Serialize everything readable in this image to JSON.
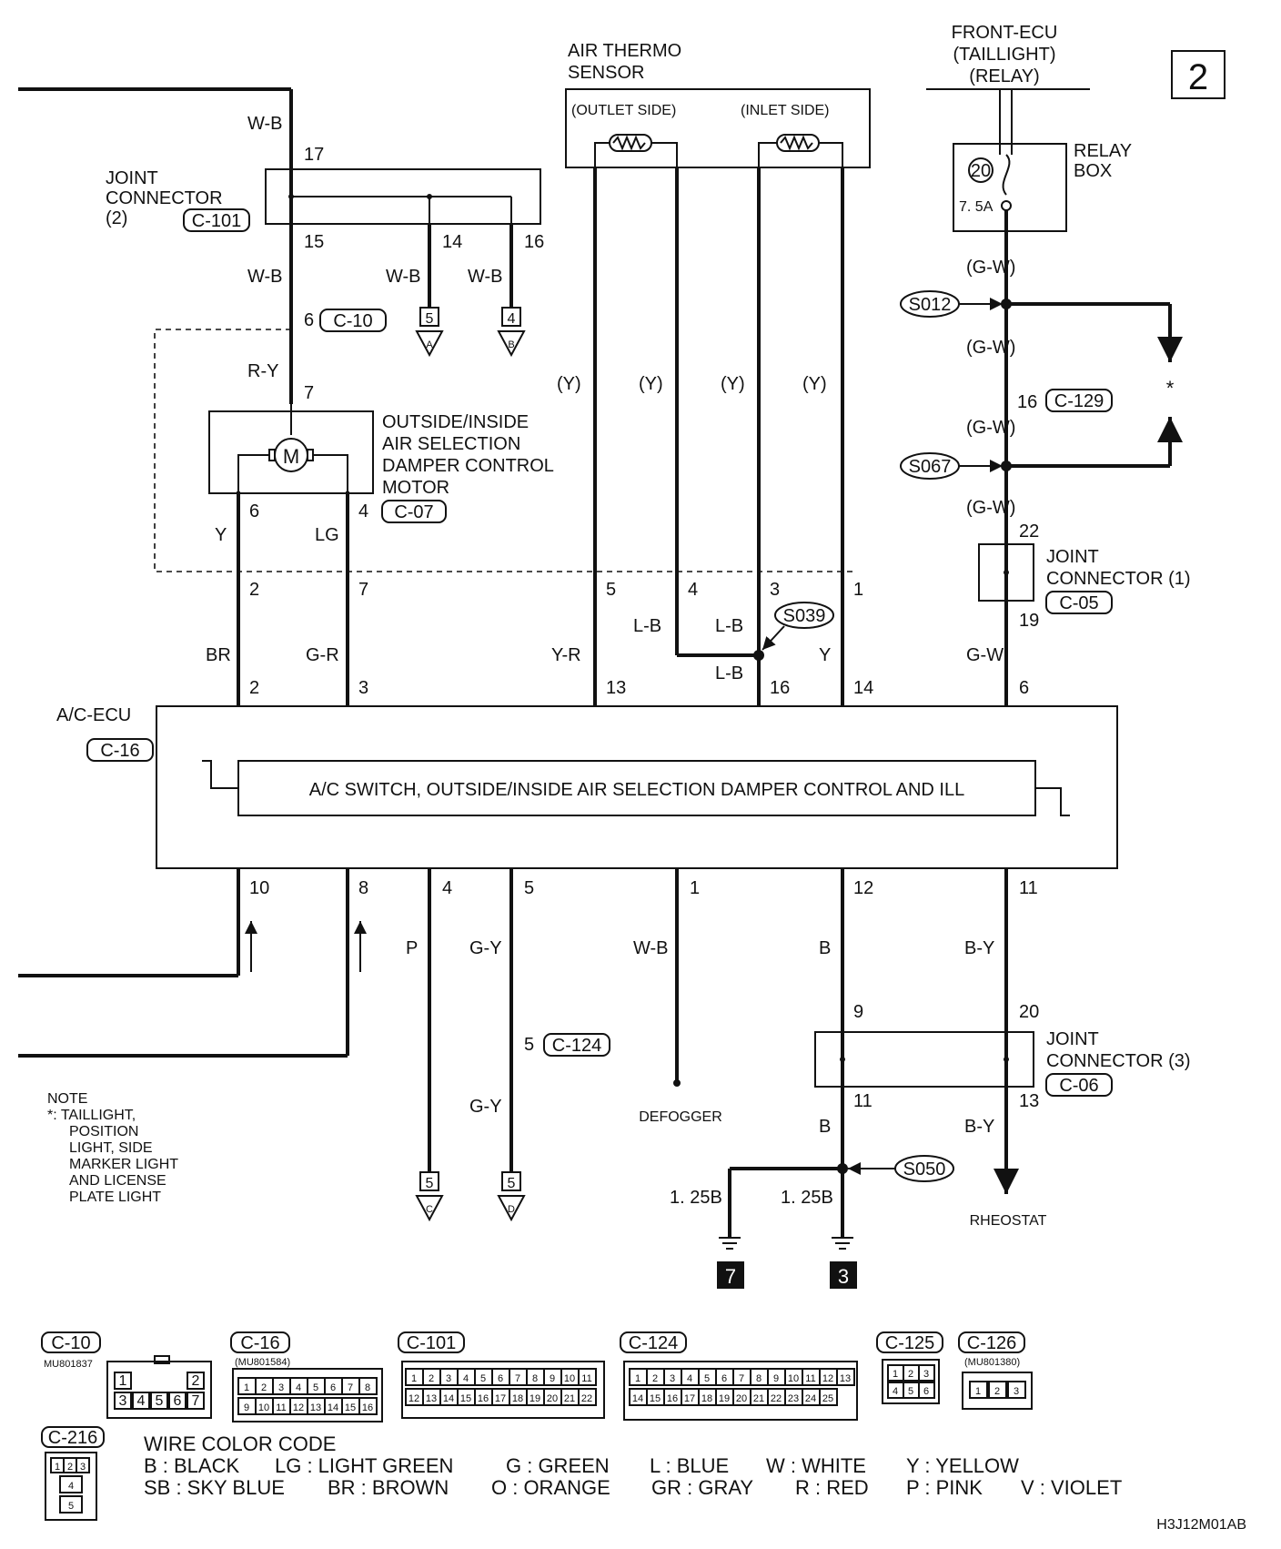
{
  "page_number": "2",
  "drawing_code": "H3J12M01AB",
  "front_ecu": [
    "FRONT-ECU",
    "(TAILLIGHT)",
    "(RELAY)"
  ],
  "air_thermo": {
    "title": [
      "AIR THERMO",
      "SENSOR"
    ],
    "outlet": "(OUTLET SIDE)",
    "inlet": "(INLET SIDE)"
  },
  "joint2": {
    "lines": [
      "JOINT",
      "CONNECTOR",
      "(2)"
    ],
    "tag": "C-101"
  },
  "joint1": {
    "lines": [
      "JOINT",
      "CONNECTOR (1)"
    ],
    "tag": "C-05"
  },
  "joint3": {
    "lines": [
      "JOINT",
      "CONNECTOR (3)"
    ],
    "tag": "C-06"
  },
  "relay_box": {
    "lines": [
      "RELAY",
      "BOX"
    ],
    "fuse": "20",
    "amps": "7. 5A"
  },
  "motor": {
    "lines": [
      "OUTSIDE/INSIDE",
      "AIR SELECTION",
      "DAMPER CONTROL",
      "MOTOR"
    ],
    "tag": "C-07",
    "symbol": "M"
  },
  "ecu": {
    "name": "A/C-ECU",
    "tag": "C-16",
    "inner": "A/C SWITCH, OUTSIDE/INSIDE AIR SELECTION DAMPER CONTROL AND ILL"
  },
  "wires": {
    "wb": "W-B",
    "ry": "R-Y",
    "y": "Y",
    "lg": "LG",
    "br": "BR",
    "gr": "G-R",
    "yp": "(Y)",
    "yr": "Y-R",
    "lb": "L-B",
    "gwp": "(G-W)",
    "gw": "G-W",
    "p": "P",
    "gy": "G-Y",
    "b": "B",
    "by": "B-Y",
    "b125": "1. 25B"
  },
  "tags": {
    "c10": "C-10",
    "c129": "C-129",
    "c124": "C-124"
  },
  "splices": {
    "s012": "S012",
    "s067": "S067",
    "s039": "S039",
    "s050": "S050"
  },
  "pins": {
    "p17": "17",
    "p15": "15",
    "p14": "14",
    "p16": "16",
    "p6": "6",
    "p7": "7",
    "p4": "4",
    "p2": "2",
    "p3": "3",
    "p5": "5",
    "p1": "1",
    "p13": "13",
    "p22": "22",
    "p19": "19",
    "p10": "10",
    "p8": "8",
    "p12": "12",
    "p11": "11",
    "p9": "9",
    "p20": "20"
  },
  "refs": {
    "a_num": "5",
    "a_let": "A",
    "b_num": "4",
    "b_let": "B",
    "c_num": "5",
    "c_let": "C",
    "d_num": "5",
    "d_let": "D",
    "g7": "7",
    "g3": "3"
  },
  "star": "*",
  "defogger": "DEFOGGER",
  "rheostat": "RHEOSTAT",
  "note": {
    "title": "NOTE",
    "lines": [
      "*: TAILLIGHT,",
      "POSITION",
      "LIGHT, SIDE",
      "MARKER LIGHT",
      "AND LICENSE",
      "PLATE LIGHT"
    ]
  },
  "connectors": [
    {
      "id": "C-10",
      "part": "MU801837",
      "pins": [
        "1",
        "2",
        "3",
        "4",
        "5",
        "6",
        "7"
      ]
    },
    {
      "id": "C-16",
      "part": "(MU801584)",
      "pins": [
        "1",
        "2",
        "3",
        "4",
        "5",
        "6",
        "7",
        "8",
        "9",
        "10",
        "11",
        "12",
        "13",
        "14",
        "15",
        "16"
      ]
    },
    {
      "id": "C-101",
      "part": "",
      "pins": [
        "1",
        "2",
        "3",
        "4",
        "5",
        "6",
        "7",
        "8",
        "9",
        "10",
        "11",
        "12",
        "13",
        "14",
        "15",
        "16",
        "17",
        "18",
        "19",
        "20",
        "21",
        "22"
      ]
    },
    {
      "id": "C-124",
      "part": "",
      "pins": [
        "1",
        "2",
        "3",
        "4",
        "5",
        "6",
        "7",
        "8",
        "9",
        "10",
        "11",
        "12",
        "13",
        "14",
        "15",
        "16",
        "17",
        "18",
        "19",
        "20",
        "21",
        "22",
        "23",
        "24",
        "25"
      ]
    },
    {
      "id": "C-125",
      "part": "",
      "pins": [
        "1",
        "2",
        "3",
        "4",
        "5",
        "6"
      ]
    },
    {
      "id": "C-126",
      "part": "(MU801380)",
      "pins": [
        "1",
        "2",
        "3"
      ]
    },
    {
      "id": "C-216",
      "part": "",
      "pins": [
        "1",
        "2",
        "3",
        "4",
        "5"
      ]
    }
  ],
  "color_code": {
    "title": "WIRE COLOR CODE",
    "row1": [
      "B : BLACK",
      "LG : LIGHT GREEN",
      "G : GREEN",
      "L : BLUE",
      "W : WHITE",
      "Y : YELLOW"
    ],
    "row2": [
      "SB : SKY BLUE",
      "BR : BROWN",
      "O : ORANGE",
      "GR : GRAY",
      "R : RED",
      "P : PINK",
      "V : VIOLET"
    ]
  }
}
